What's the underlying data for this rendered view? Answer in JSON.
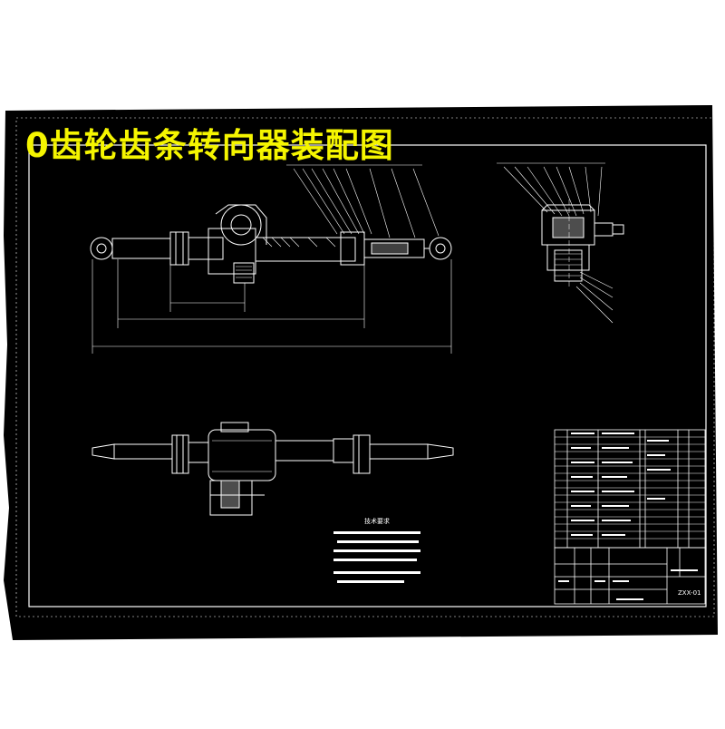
{
  "title": "0齿轮齿条转向器装配图",
  "drawing_code": "ZXX-01",
  "notes_title": "技术要求",
  "colors": {
    "background": "#000000",
    "outline": "#ffffff",
    "title": "#f5f500",
    "section_lines": "#ffffff"
  }
}
